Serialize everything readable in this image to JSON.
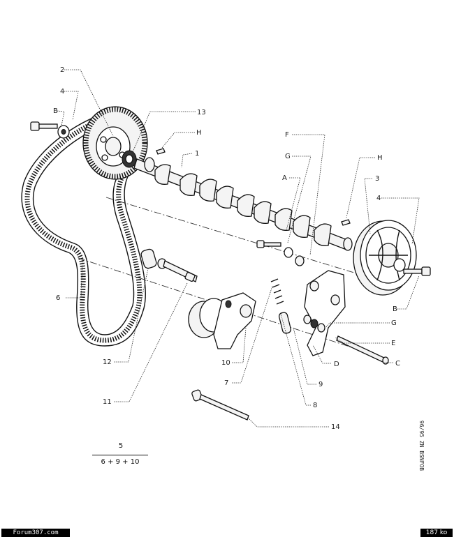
{
  "callouts": {
    "c1": "1",
    "c2": "2",
    "c3": "3",
    "c4a": "4",
    "c4b": "4",
    "c6": "6",
    "c7": "7",
    "c8": "8",
    "c9": "9",
    "c10": "10",
    "c11": "11",
    "c12": "12",
    "c13": "13",
    "c14": "14",
    "cA": "A",
    "cBa": "B",
    "cBb": "B",
    "cC": "C",
    "cD": "D",
    "cE": "E",
    "cF": "F",
    "cG1": "G",
    "cG2": "G",
    "cHa": "H",
    "cHb": "H"
  },
  "formula": {
    "numerator": "5",
    "denominator": "6 + 9 + 10"
  },
  "sheet_reference": "96/95  ZN  BSNFOB",
  "watermark": {
    "site": "Forum307.com",
    "size": "187 ko"
  }
}
